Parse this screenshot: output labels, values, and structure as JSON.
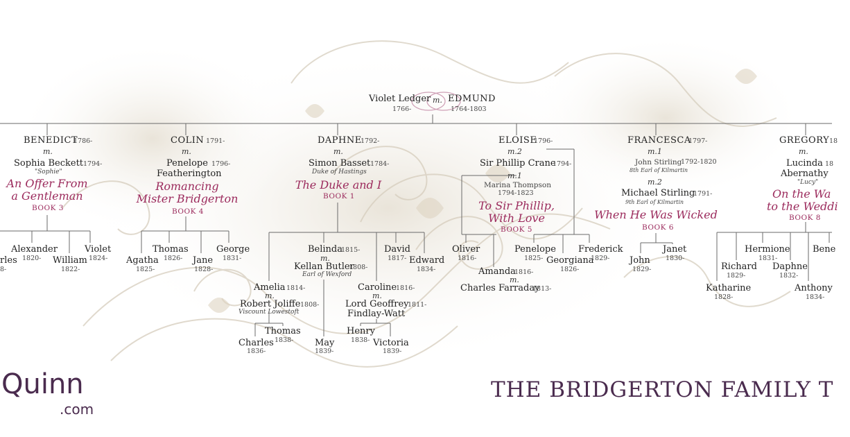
{
  "site": {
    "logo": "Quinn",
    "domain": ".com"
  },
  "page_title": "THE BRIDGERTON FAMILY T",
  "colors": {
    "accent": "#9b2a5c",
    "text": "#2a2a2a",
    "line": "#666666",
    "title": "#4a2b4e"
  },
  "root": {
    "wife": "Violet Ledger",
    "wife_years": "1766-",
    "m": "m.",
    "husband": "EDMUND",
    "husband_years": "1764-1803"
  },
  "benedict": {
    "name": "BENEDICT",
    "years": "1786-",
    "m": "m.",
    "spouse": "Sophia Beckett",
    "spouse_years": "1794-",
    "nick": "\"Sophie\"",
    "book": [
      "An Offer From",
      "a Gentleman"
    ],
    "book_no": "BOOK 3",
    "children": [
      {
        "name": "rles",
        "years": "8-"
      },
      {
        "name": "Alexander",
        "years": "1820-"
      },
      {
        "name": "William",
        "years": "1822-"
      },
      {
        "name": "Violet",
        "years": "1824-"
      }
    ]
  },
  "colin": {
    "name": "COLIN",
    "years": "1791-",
    "m": "m.",
    "spouse": "Penelope",
    "spouse_years": "1796-",
    "spouse2": "Featherington",
    "book": [
      "Romancing",
      "Mister Bridgerton"
    ],
    "book_no": "BOOK 4",
    "children": [
      {
        "name": "Agatha",
        "years": "1825-"
      },
      {
        "name": "Thomas",
        "years": "1826-"
      },
      {
        "name": "Jane",
        "years": "1828-"
      },
      {
        "name": "George",
        "years": "1831-"
      }
    ]
  },
  "daphne": {
    "name": "DAPHNE",
    "years": "1792-",
    "m": "m.",
    "spouse": "Simon Basset",
    "spouse_years": "1784-",
    "spouse_title": "Duke of Hastings",
    "book": [
      "The Duke and I"
    ],
    "book_no": "BOOK 1",
    "amelia": {
      "name": "Amelia",
      "years": "1814-",
      "m": "m.",
      "spouse": "Robert Joliffe",
      "spouse_years": "1808-",
      "spouse_title": "Viscount Lowestoft"
    },
    "belinda": {
      "name": "Belinda",
      "years": "1815-",
      "m": "m.",
      "spouse": "Kellan Butler",
      "spouse_years": "1808-",
      "spouse_title": "Earl of Wexford"
    },
    "caroline": {
      "name": "Caroline",
      "years": "1816-",
      "m": "m.",
      "spouse": "Lord Geoffrey",
      "spouse_years": "1811-",
      "spouse2": "Findlay-Watt"
    },
    "david": {
      "name": "David",
      "years": "1817-"
    },
    "edward": {
      "name": "Edward",
      "years": "1834-"
    },
    "grandchildren": {
      "thomas": {
        "name": "Thomas",
        "years": "1838-"
      },
      "charles": {
        "name": "Charles",
        "years": "1836-"
      },
      "may": {
        "name": "May",
        "years": "1839-"
      },
      "henry": {
        "name": "Henry",
        "years": "1838-"
      },
      "victoria": {
        "name": "Victoria",
        "years": "1839-"
      }
    }
  },
  "eloise": {
    "name": "ELOISE",
    "years": "1796-",
    "m2": "m.2",
    "spouse": "Sir Phillip Crane",
    "spouse_years": "1794-",
    "m1": "m.1",
    "prev_spouse": "Marina Thompson",
    "prev_spouse_years": "1794-1823",
    "book": [
      "To Sir Phillip,",
      "With Love"
    ],
    "book_no": "BOOK 5",
    "oliver": {
      "name": "Oliver",
      "years": "1816-"
    },
    "amanda": {
      "name": "Amanda",
      "years": "1816-",
      "m": "m.",
      "spouse": "Charles Farraday",
      "spouse_years": "1813-"
    },
    "penelope": {
      "name": "Penelope",
      "years": "1825-"
    },
    "georgiana": {
      "name": "Georgiana",
      "years": "1826-"
    },
    "frederick": {
      "name": "Frederick",
      "years": "1829-"
    }
  },
  "francesca": {
    "name": "FRANCESCA",
    "years": "1797-",
    "m1": "m.1",
    "spouse1": "John Stirling",
    "spouse1_years": "1792-1820",
    "spouse1_title": "8th Earl of Kilmartin",
    "m2": "m.2",
    "spouse2": "Michael Stirling",
    "spouse2_years": "1791-",
    "spouse2_title": "9th Earl of Kilmartin",
    "book": [
      "When He Was Wicked"
    ],
    "book_no": "BOOK 6",
    "children": [
      {
        "name": "John",
        "years": "1829-"
      },
      {
        "name": "Janet",
        "years": "1830-"
      }
    ]
  },
  "gregory": {
    "name": "GREGORY",
    "years": "18",
    "m": "m.",
    "spouse": "Lucinda",
    "spouse_years": "18",
    "spouse2": "Abernathy",
    "nick": "\"Lucy\"",
    "book": [
      "On the Wa",
      "to the Weddi"
    ],
    "book_no": "BOOK 8",
    "children": [
      {
        "name": "Katharine",
        "years": "1828-"
      },
      {
        "name": "Richard",
        "years": "1829-"
      },
      {
        "name": "Hermione",
        "years": "1831-"
      },
      {
        "name": "Daphne",
        "years": "1832-"
      },
      {
        "name": "Anthony",
        "years": "1834-"
      },
      {
        "name": "Bene",
        "years": ""
      }
    ]
  }
}
